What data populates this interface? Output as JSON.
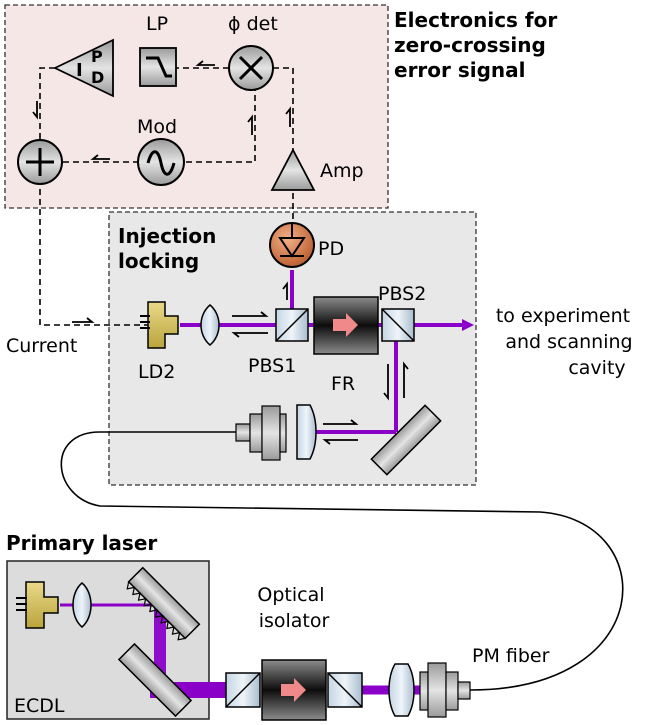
{
  "electronics_box": {
    "title_lines": [
      "Electronics for",
      "zero-crossing",
      "error signal"
    ],
    "bg_color": "#f6e7e7",
    "components": {
      "photodiode_amp_symbol": {
        "letters": [
          "P",
          "D"
        ],
        "left_letter": "I"
      },
      "lowpass_label": "LP",
      "phase_detector_label": "ϕ det",
      "modulator_label": "Mod",
      "amplifier_label": "Amp"
    }
  },
  "injection_box": {
    "title_lines": [
      "Injection",
      "locking"
    ],
    "bg_color": "#e8e8e8",
    "labels": {
      "photodiode": "PD",
      "slave_diode": "LD2",
      "pbs1": "PBS1",
      "pbs2": "PBS2",
      "faraday_rotator": "FR"
    }
  },
  "current_label": "Current",
  "output_label_lines": [
    "to experiment",
    "and scanning",
    "cavity"
  ],
  "primary_box": {
    "title": "Primary laser",
    "ecdl_label": "ECDL",
    "bg_color": "#dcdcdc"
  },
  "isolator_label_lines": [
    "Optical",
    "isolator"
  ],
  "fiber_label": "PM fiber",
  "colors": {
    "beam": "#8a00c8",
    "diode_gold": "#d6c15c",
    "photodiode_orange": "#d2703c",
    "faraday_arrow": "#f08a8a"
  }
}
